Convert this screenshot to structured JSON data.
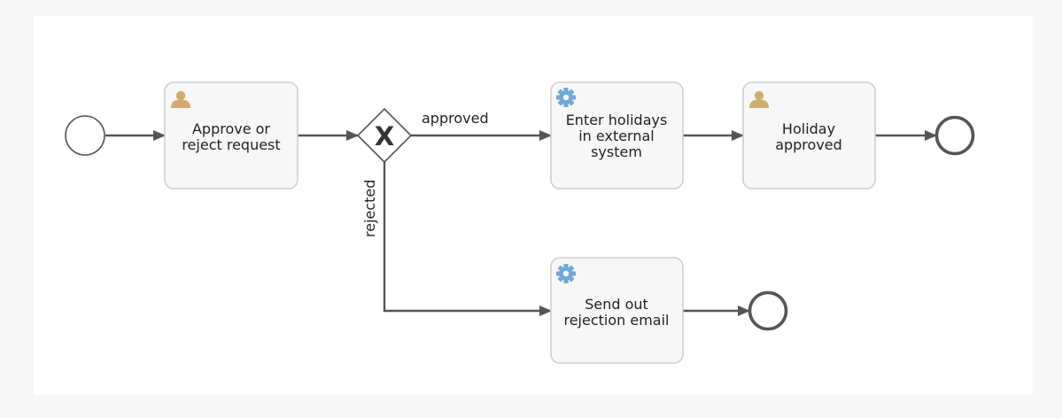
{
  "process": {
    "tasks": {
      "approve": {
        "lines": [
          "Approve or",
          "reject request"
        ],
        "type": "user-task"
      },
      "enter_holidays": {
        "lines": [
          "Enter holidays",
          "in external",
          "system"
        ],
        "type": "service-task"
      },
      "holiday_approved": {
        "lines": [
          "Holiday",
          "approved"
        ],
        "type": "user-task"
      },
      "send_rejection": {
        "lines": [
          "Send out",
          "rejection email"
        ],
        "type": "service-task"
      }
    },
    "gateway": {
      "symbol": "X",
      "type": "exclusive-gateway"
    },
    "flows": {
      "approved_label": "approved",
      "rejected_label": "rejected"
    }
  },
  "colors": {
    "task_fill": "#f7f7f7",
    "task_stroke": "#cfcfcf",
    "user_icon": "#d3ac6b",
    "gear_icon": "#6fa8dc",
    "line": "#555555"
  }
}
